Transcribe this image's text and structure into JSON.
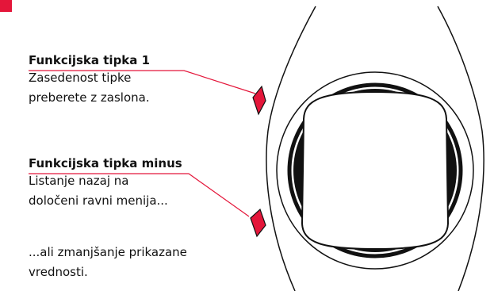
{
  "colors": {
    "accent": "#e4163a",
    "ink": "#111111"
  },
  "callouts": [
    {
      "title": "Funkcijska tipka 1",
      "lines": [
        "Zasedenost tipke",
        "preberete z zaslona."
      ]
    },
    {
      "title": "Funkcijska tipka minus",
      "lines": [
        "Listanje nazaj na",
        "določeni ravni menija..."
      ]
    }
  ],
  "extra": {
    "lines": [
      "...ali zmanjšanje prikazane",
      "vrednosti."
    ]
  }
}
